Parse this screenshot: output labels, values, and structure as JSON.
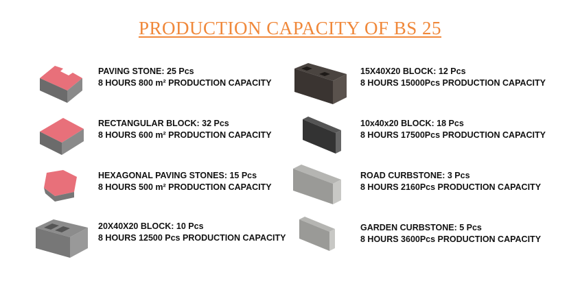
{
  "title": "PRODUCTION CAPACITY  OF BS 25",
  "products": [
    {
      "name_line": "PAVING STONE: 25 Pcs",
      "capacity_line": "8 HOURS 800  m²  PRODUCTION CAPACITY"
    },
    {
      "name_line": "RECTANGULAR BLOCK: 32 Pcs",
      "capacity_line": "8 HOURS 600  m²  PRODUCTION CAPACITY"
    },
    {
      "name_line": "HEXAGONAL PAVING STONES: 15 Pcs",
      "capacity_line": "8 HOURS 500 m²  PRODUCTION CAPACITY"
    },
    {
      "name_line": "20X40X20  BLOCK: 10 Pcs",
      "capacity_line": "8 HOURS 12500 Pcs PRODUCTION CAPACITY"
    },
    {
      "name_line": "15X40X20 BLOCK: 12 Pcs",
      "capacity_line": "8 HOURS 15000Pcs  PRODUCTION CAPACITY"
    },
    {
      "name_line": "10x40x20 BLOCK: 18 Pcs",
      "capacity_line": "8 HOURS 17500Pcs  PRODUCTION CAPACITY"
    },
    {
      "name_line": "ROAD CURBSTONE: 3 Pcs",
      "capacity_line": "8 HOURS 2160Pcs PRODUCTION CAPACITY"
    },
    {
      "name_line": "GARDEN CURBSTONE: 5 Pcs",
      "capacity_line": "8 HOURS 3600Pcs PRODUCTION CAPACITY"
    }
  ]
}
